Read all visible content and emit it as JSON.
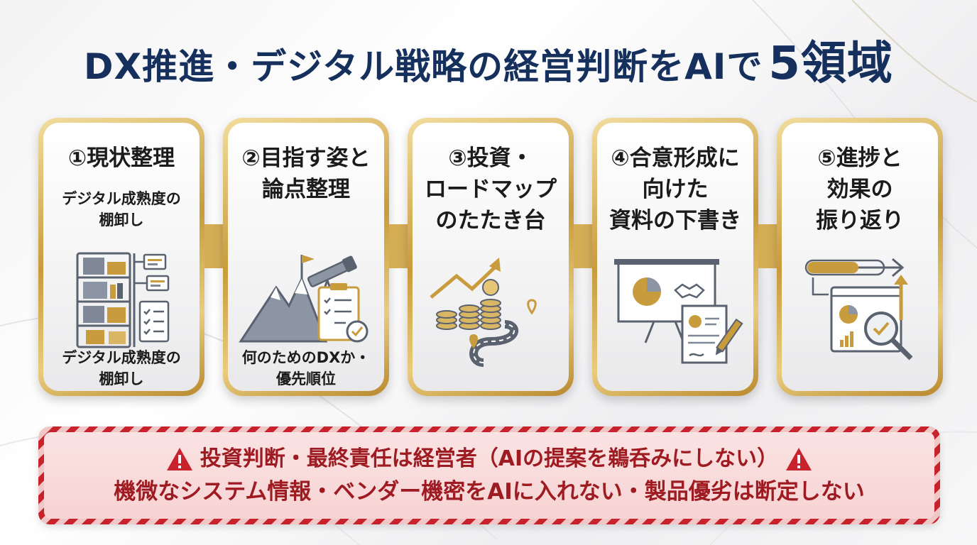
{
  "title": {
    "main": "DX推進・デジタル戦略の経営判断をAIで",
    "count": "5領域"
  },
  "cards": [
    {
      "title": "①現状整理",
      "sub_top": "デジタル成熟度の\n棚卸し",
      "sub_bottom": "デジタル成熟度の\n棚卸し",
      "icon": "server-rack-checklist-icon"
    },
    {
      "title": "②目指す姿と\n論点整理",
      "sub_top": "",
      "sub_bottom": "何のためのDXか・\n優先順位",
      "icon": "mountain-telescope-checklist-icon"
    },
    {
      "title": "③投資・\nロードマップ\nのたたき台",
      "sub_top": "",
      "sub_bottom": "",
      "icon": "growth-coins-roadmap-icon"
    },
    {
      "title": "④合意形成に\n向けた\n資料の下書き",
      "sub_top": "",
      "sub_bottom": "",
      "icon": "presentation-handshake-document-icon"
    },
    {
      "title": "⑤進捗と\n効果の\n振り返り",
      "sub_top": "",
      "sub_bottom": "",
      "icon": "progress-dashboard-magnifier-icon"
    }
  ],
  "warning": {
    "line1": "投資判断・最終責任は経営者（AIの提案を鵜呑みにしない）",
    "line2": "機微なシステム情報・ベンダー機密をAIに入れない・製品優劣は断定しない",
    "icon": "warning-triangle-icon"
  },
  "colors": {
    "navy": "#16305d",
    "gold": "#c89b3c",
    "red": "#c8232c",
    "icon_gray": "#5a6270"
  }
}
